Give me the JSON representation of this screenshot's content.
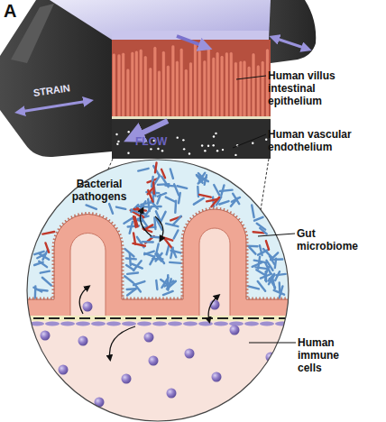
{
  "diagram": {
    "labels": [
      "A",
      "STRAIN",
      "FLOW",
      "Human villus intestinal epithelium",
      "Human vascular endothelium",
      "Bacterial pathogens",
      "Gut microbiome",
      "Human immune cells"
    ]
  }
}
